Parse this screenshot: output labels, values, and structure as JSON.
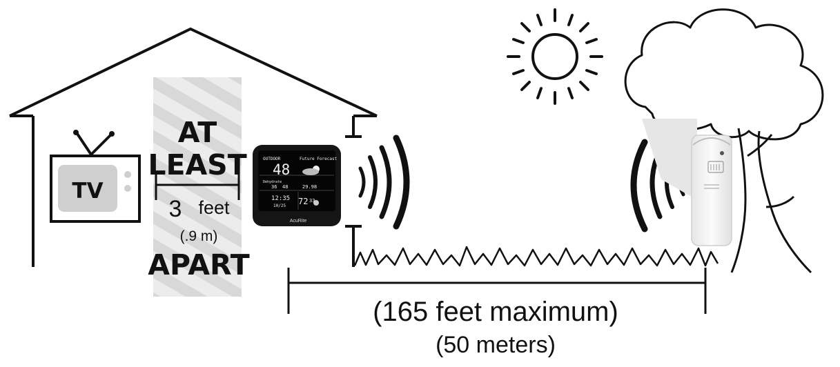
{
  "tv": {
    "label": "TV"
  },
  "separation": {
    "line1": "AT",
    "line2": "LEAST",
    "distance_number": "3",
    "distance_unit": "feet",
    "metric": "(.9 m)",
    "line_last": "APART"
  },
  "display": {
    "outdoor_label": "OUTDOOR",
    "forecast_label": "Future Forecast",
    "temp": "48",
    "row2_label": "Dehydrate",
    "small_a": "36",
    "small_b": "48",
    "pressure": "29.98",
    "time": "12:35",
    "date": "10/25",
    "indoor_temp": "72",
    "indoor_hum": "33",
    "brand": "AcuRite"
  },
  "range": {
    "max": "(165 feet maximum)",
    "metric": "(50 meters)"
  },
  "colors": {
    "line": "#111111",
    "tv_screen": "#cfcfcf",
    "shade": "#e3e3e3",
    "display_body": "#151515",
    "sensor_body": "#f3f3f3"
  }
}
